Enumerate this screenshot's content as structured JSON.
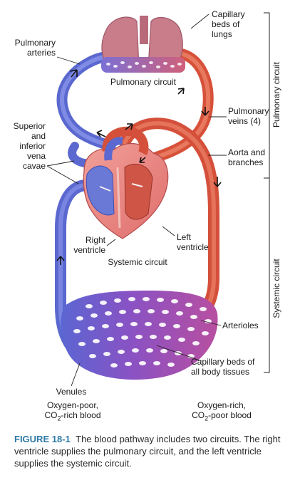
{
  "labels": {
    "capillary_lungs": [
      "Capillary",
      "beds of",
      "lungs"
    ],
    "pulmonary_arteries": [
      "Pulmonary",
      "arteries"
    ],
    "pulmonary_circuit": "Pulmonary circuit",
    "pulmonary_veins": [
      "Pulmonary",
      "veins (4)"
    ],
    "vena_cavae": [
      "Superior",
      "and",
      "inferior",
      "vena",
      "cavae"
    ],
    "aorta": [
      "Aorta and",
      "branches"
    ],
    "right_ventricle": [
      "Right",
      "ventricle"
    ],
    "left_ventricle": [
      "Left",
      "ventricle"
    ],
    "systemic_circuit": "Systemic circuit",
    "arterioles": "Arterioles",
    "capillary_body": [
      "Capillary beds of",
      "all body tissues"
    ],
    "venules": "Venules",
    "oxygen_poor": [
      "Oxygen-poor,",
      "CO",
      "2",
      "-rich blood"
    ],
    "oxygen_rich": [
      "Oxygen-rich,",
      "CO",
      "2",
      "-poor blood"
    ]
  },
  "side_labels": {
    "pulmonary": "Pulmonary circuit",
    "systemic": "Systemic circuit"
  },
  "caption": {
    "figure": "FIGURE 18-1",
    "text": "The blood pathway includes two circuits. The right ventricle supplies the pulmonary circuit, and the left ventricle supplies the systemic circuit."
  },
  "colors": {
    "oxygen_poor_blue": "#6f7ed9",
    "oxygen_rich_red": "#d9553e",
    "capillary_purple": "#a055b5",
    "heart_pink": "#e88a88",
    "lung_pink": "#c77c8a",
    "caption_blue": "#2b79a7"
  }
}
